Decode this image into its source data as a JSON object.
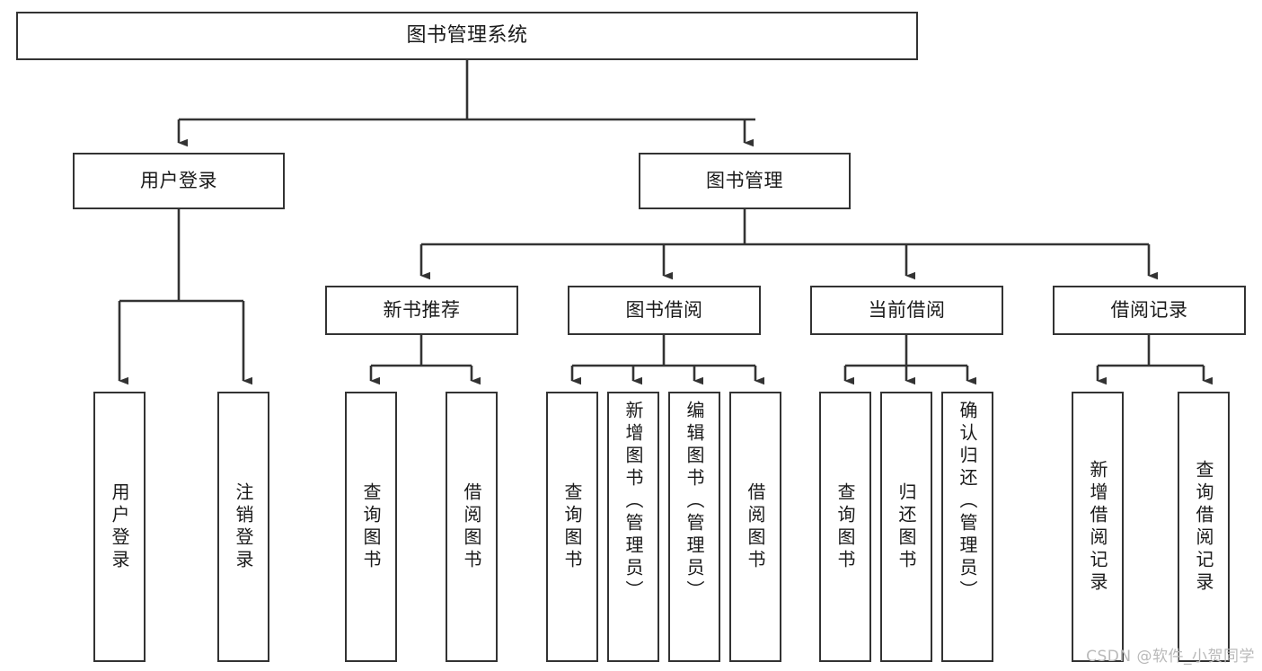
{
  "diagram": {
    "type": "hierarchy-tree",
    "title": "图书管理系统",
    "watermark": "CSDN @软件_小贺同学",
    "colors": {
      "background": "#ffffff",
      "node_border": "#333333",
      "node_fill": "#ffffff",
      "edge": "#333333",
      "text": "#1a1a1a",
      "watermark": "#b9b9b9"
    },
    "levels": {
      "root": "图书管理系统",
      "level2": [
        "用户登录",
        "图书管理"
      ],
      "level3": [
        "新书推荐",
        "图书借阅",
        "当前借阅",
        "借阅记录"
      ]
    },
    "nodes": {
      "root": {
        "label": "图书管理系统"
      },
      "user_login": {
        "label": "用户登录"
      },
      "book_manage": {
        "label": "图书管理"
      },
      "new_book_rec": {
        "label": "新书推荐"
      },
      "book_borrow": {
        "label": "图书借阅"
      },
      "current_borrow": {
        "label": "当前借阅"
      },
      "borrow_record": {
        "label": "借阅记录"
      },
      "leaf_user_login": {
        "label": "用户登录"
      },
      "leaf_user_logout": {
        "label": "注销登录"
      },
      "leaf_query_book_1": {
        "label": "查询图书"
      },
      "leaf_borrow_book_1": {
        "label": "借阅图书"
      },
      "leaf_query_book_2": {
        "label": "查询图书"
      },
      "leaf_add_book": {
        "label": "新增图书（管理员）"
      },
      "leaf_edit_book": {
        "label": "编辑图书（管理员）"
      },
      "leaf_borrow_book_2": {
        "label": "借阅图书"
      },
      "leaf_query_book_3": {
        "label": "查询图书"
      },
      "leaf_return_book": {
        "label": "归还图书"
      },
      "leaf_confirm_return": {
        "label": "确认归还（管理员）"
      },
      "leaf_add_record": {
        "label": "新增借阅记录"
      },
      "leaf_query_record": {
        "label": "查询借阅记录"
      }
    },
    "tree": [
      {
        "label": "图书管理系统",
        "children": [
          {
            "label": "用户登录",
            "children": [
              {
                "label": "用户登录"
              },
              {
                "label": "注销登录"
              }
            ]
          },
          {
            "label": "图书管理",
            "children": [
              {
                "label": "新书推荐",
                "children": [
                  {
                    "label": "查询图书"
                  },
                  {
                    "label": "借阅图书"
                  }
                ]
              },
              {
                "label": "图书借阅",
                "children": [
                  {
                    "label": "查询图书"
                  },
                  {
                    "label": "新增图书（管理员）"
                  },
                  {
                    "label": "编辑图书（管理员）"
                  },
                  {
                    "label": "借阅图书"
                  }
                ]
              },
              {
                "label": "当前借阅",
                "children": [
                  {
                    "label": "查询图书"
                  },
                  {
                    "label": "归还图书"
                  },
                  {
                    "label": "确认归还（管理员）"
                  }
                ]
              },
              {
                "label": "借阅记录",
                "children": [
                  {
                    "label": "新增借阅记录"
                  },
                  {
                    "label": "查询借阅记录"
                  }
                ]
              }
            ]
          }
        ]
      }
    ]
  }
}
